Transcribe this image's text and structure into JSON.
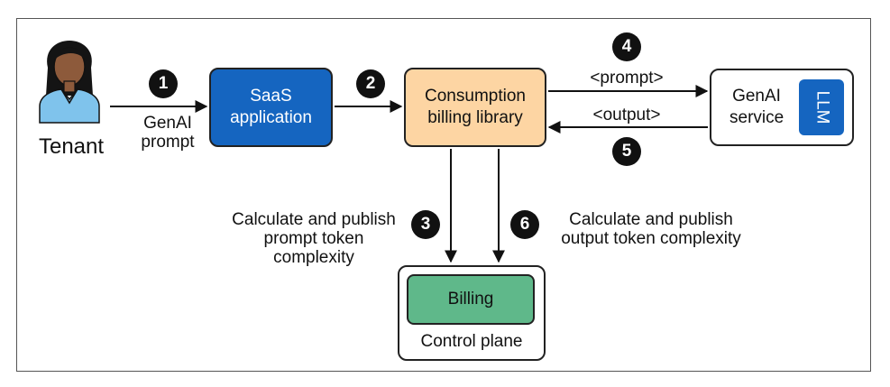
{
  "tenant": {
    "label": "Tenant"
  },
  "saas": {
    "label": "SaaS application"
  },
  "billing_library": {
    "label": "Consumption billing library"
  },
  "genai_service": {
    "label": "GenAI service",
    "llm_label": "LLM"
  },
  "control_plane": {
    "label": "Control plane",
    "billing_label": "Billing"
  },
  "edges": {
    "tenant_to_saas": "GenAI prompt",
    "prompt": "<prompt>",
    "output": "<output>",
    "prompt_complexity": "Calculate and publish prompt token complexity",
    "output_complexity": "Calculate and publish output token complexity"
  },
  "steps": [
    "1",
    "2",
    "3",
    "4",
    "5",
    "6"
  ],
  "colors": {
    "saas": "#1565c0",
    "library": "#fdd5a3",
    "billing": "#5fb88a",
    "llm": "#1565c0",
    "skin": "#8d5a3b",
    "hair": "#141414",
    "shirt": "#7fc3ec"
  }
}
